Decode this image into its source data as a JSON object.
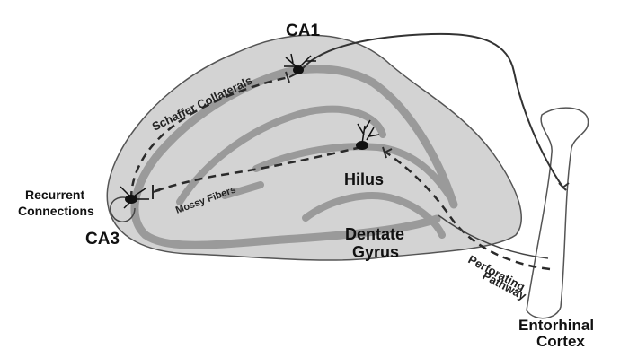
{
  "labels": {
    "ca1": "CA1",
    "ca3": "CA3",
    "schaffer": "Schaffer Collaterals",
    "recurrent_line1": "Recurrent",
    "recurrent_line2": "Connections",
    "mossy": "Mossy Fibers",
    "hilus": "Hilus",
    "dentate_line1": "Dentate",
    "dentate_line2": "Gyrus",
    "perforating_line1": "Perforating",
    "perforating_line2": "Pathway",
    "entorhinal_line1": "Entorhinal",
    "entorhinal_line2": "Cortex"
  },
  "colors": {
    "tissue_fill": "#d3d3d3",
    "tissue_stroke": "#555555",
    "cell_layer": "#9a9a9a",
    "pathway": "#2a2a2a",
    "neuron": "#111111",
    "cortex_fill": "#ffffff"
  }
}
